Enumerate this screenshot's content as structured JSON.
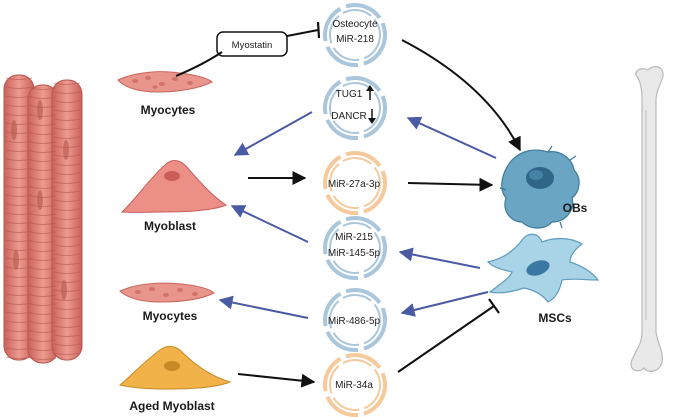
{
  "labels": {
    "myocytes_top": "Myocytes",
    "myoblast": "Myoblast",
    "myocytes_bottom": "Myocytes",
    "aged_myoblast": "Aged Myoblast",
    "obs": "OBs",
    "mscs": "MSCs"
  },
  "box": {
    "myostatin": "Myostatin"
  },
  "circles": {
    "osteocyte_line1": "Osteocyte",
    "osteocyte_line2": "MiR-218",
    "tug1": "TUG1",
    "dancr": "DANCR",
    "mir27": "MiR-27a-3p",
    "mir215": "MiR-215",
    "mir145": "MiR-145-5p",
    "mir486": "MiR-486-5p",
    "mir34": "MiR-34a"
  },
  "colors": {
    "muscle": "#e58a80",
    "muscle_dark": "#c45f57",
    "myoblast": "#ec8f86",
    "aged_myoblast": "#f2b24a",
    "ob": "#6aa5c4",
    "msc": "#a9d3e6",
    "bone": "#e6e6e6",
    "blue_arrow": "#4a5aa3",
    "exo_blue": "#a9c6dd",
    "exo_orange": "#f5c99a"
  }
}
